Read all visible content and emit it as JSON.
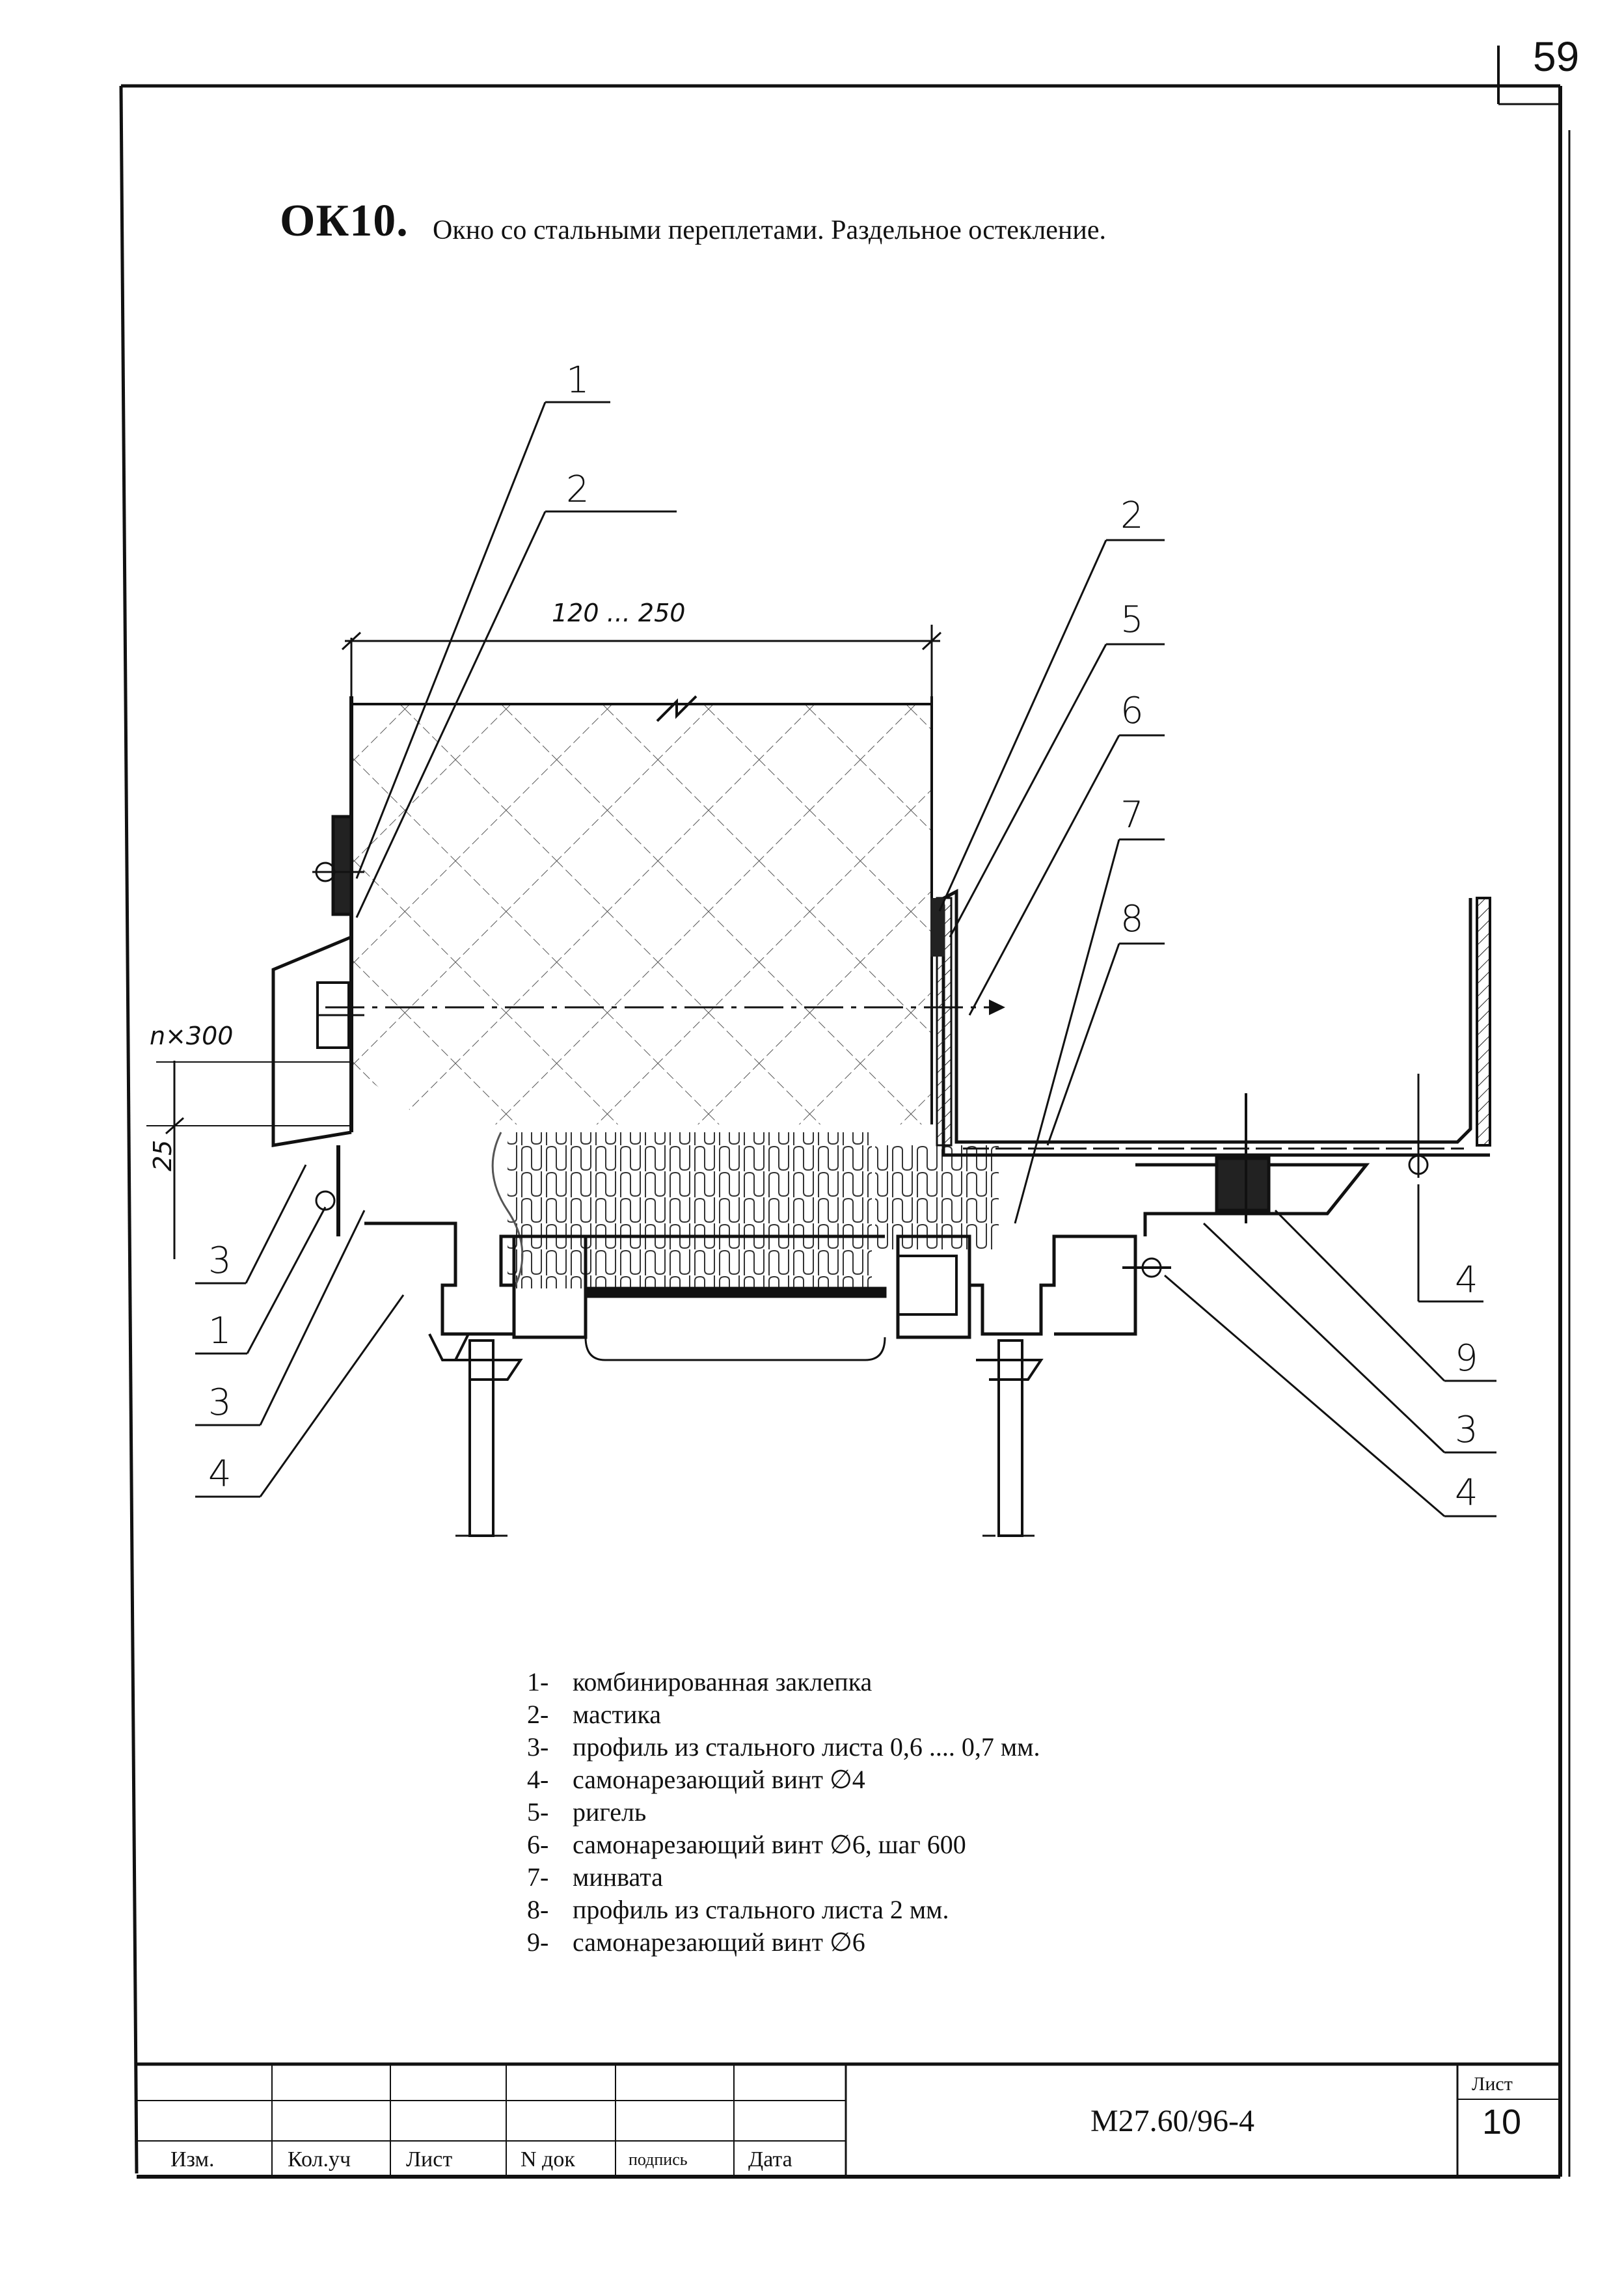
{
  "page_number": "59",
  "title": {
    "code": "ОК10.",
    "description": "Окно со стальными переплетами. Раздельное остекление."
  },
  "drawing": {
    "dimensions": {
      "width_range": "120 ... 250",
      "step": "n×300",
      "height": "25"
    },
    "callouts_left": [
      "1",
      "2",
      "3",
      "1",
      "3",
      "4"
    ],
    "callouts_right": [
      "2",
      "5",
      "6",
      "7",
      "8",
      "4",
      "9",
      "3",
      "4"
    ]
  },
  "legend": [
    {
      "num": "1-",
      "text": "комбинированная заклепка"
    },
    {
      "num": "2-",
      "text": "мастика"
    },
    {
      "num": "3-",
      "text": "профиль из стального листа 0,6 .... 0,7 мм."
    },
    {
      "num": "4-",
      "text": "самонарезающий винт ∅4"
    },
    {
      "num": "5-",
      "text": "ригель"
    },
    {
      "num": "6-",
      "text": "самонарезающий винт ∅6, шаг 600"
    },
    {
      "num": "7-",
      "text": "минвата"
    },
    {
      "num": "8-",
      "text": "профиль из стального листа  2 мм."
    },
    {
      "num": "9-",
      "text": "самонарезающий винт ∅6"
    }
  ],
  "title_block": {
    "columns": [
      "Изм.",
      "Кол.уч",
      "Лист",
      "N док",
      "подпись",
      "Дата"
    ],
    "document_code": "M27.60/96-4",
    "sheet_label": "Лист",
    "sheet_number": "10"
  }
}
